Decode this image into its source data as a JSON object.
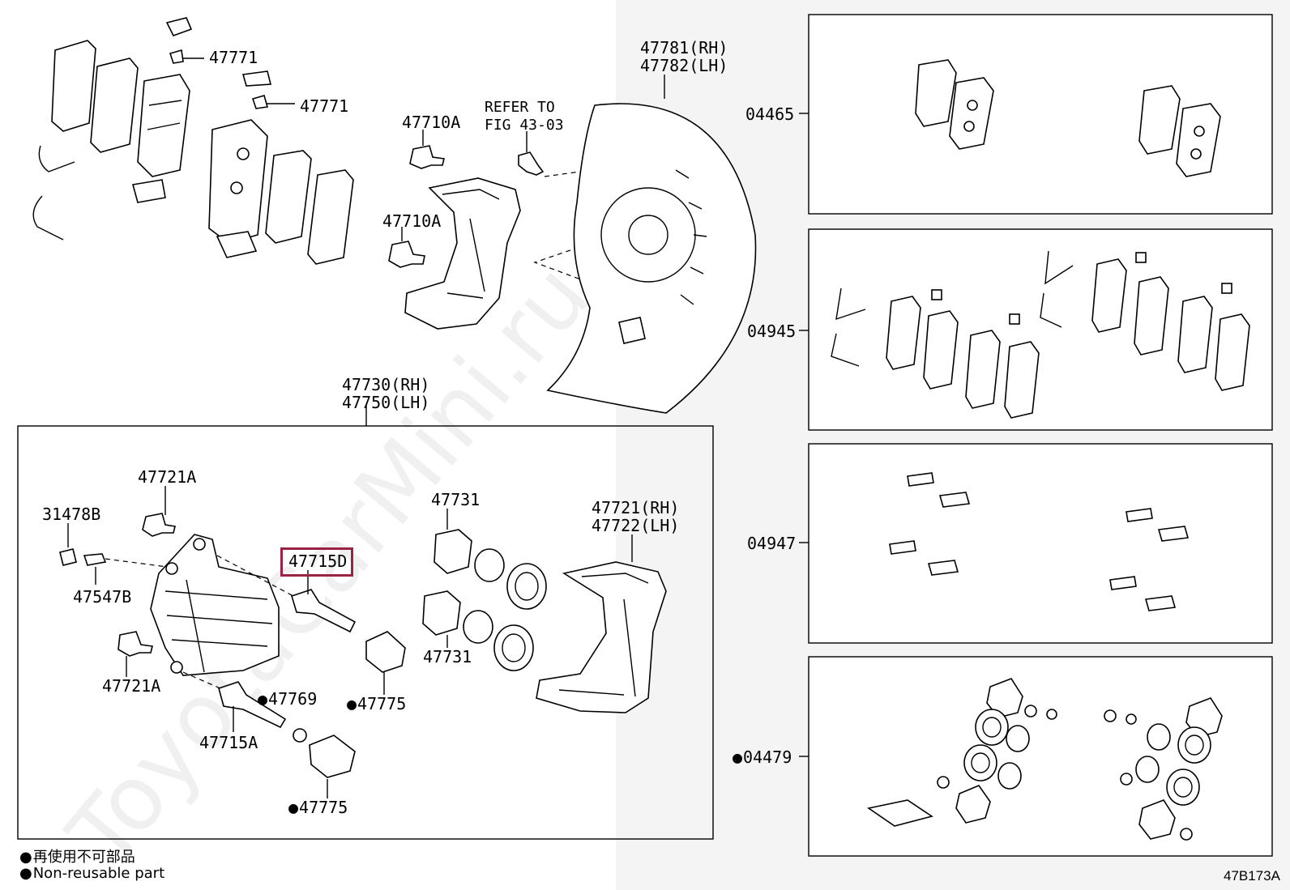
{
  "title_block": {
    "watermark": "ToyotaCarMini.ru",
    "figure_id": "47B173A"
  },
  "legend": {
    "line_jp": "再使用不可部品",
    "line_en": "Non-reusable part"
  },
  "callouts": {
    "c47771_a": "47771",
    "c47771_b": "47771",
    "c47710A_a": "47710A",
    "c47710A_b": "47710A",
    "refer_line1": "REFER TO",
    "refer_line2": "FIG 43-03",
    "c47781": "47781(RH)",
    "c47782": "47782(LH)",
    "c47730": "47730(RH)",
    "c47750": "47750(LH)",
    "c47721A_a": "47721A",
    "c47721A_b": "47721A",
    "c31478B": "31478B",
    "c47547B": "47547B",
    "c47715D": "47715D",
    "c47715A": "47715A",
    "c47769": "47769",
    "c47775_a": "47775",
    "c47775_b": "47775",
    "c47731_a": "47731",
    "c47731_b": "47731",
    "c47721": "47721(RH)",
    "c47722": "47722(LH)"
  },
  "kits": [
    {
      "code": "04465",
      "non_reusable": false
    },
    {
      "code": "04945",
      "non_reusable": false
    },
    {
      "code": "04947",
      "non_reusable": false
    },
    {
      "code": "04479",
      "non_reusable": true
    }
  ],
  "highlight": {
    "part": "47715D",
    "color": "#9b2242"
  }
}
